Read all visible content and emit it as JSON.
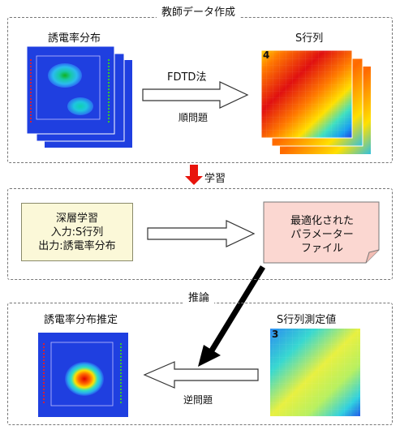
{
  "section1": {
    "title": "教師データ作成",
    "left_label": "誘電率分布",
    "right_label": "S行列",
    "arrow_top": "FDTD法",
    "arrow_bottom": "順問題",
    "matrix_index": "4"
  },
  "step": {
    "label": "学習"
  },
  "section2": {
    "box_lines": [
      "深層学習",
      "入力:S行列",
      "出力:誘電率分布"
    ],
    "note_lines": [
      "最適化された",
      "パラメーター",
      "ファイル"
    ]
  },
  "section3": {
    "title": "推論",
    "left_label": "誘電率分布推定",
    "right_label": "S行列測定値",
    "arrow_label": "逆問題",
    "matrix_index": "3"
  },
  "colors": {
    "dashed_border": "#777777",
    "step_arrow": "#e8140c",
    "note_fill": "#fbd7d1",
    "box_fill": "#fbf8d8",
    "field_blue": "#1f3fe0",
    "sensor_red": "#e82020",
    "sensor_green": "#39d41e"
  }
}
